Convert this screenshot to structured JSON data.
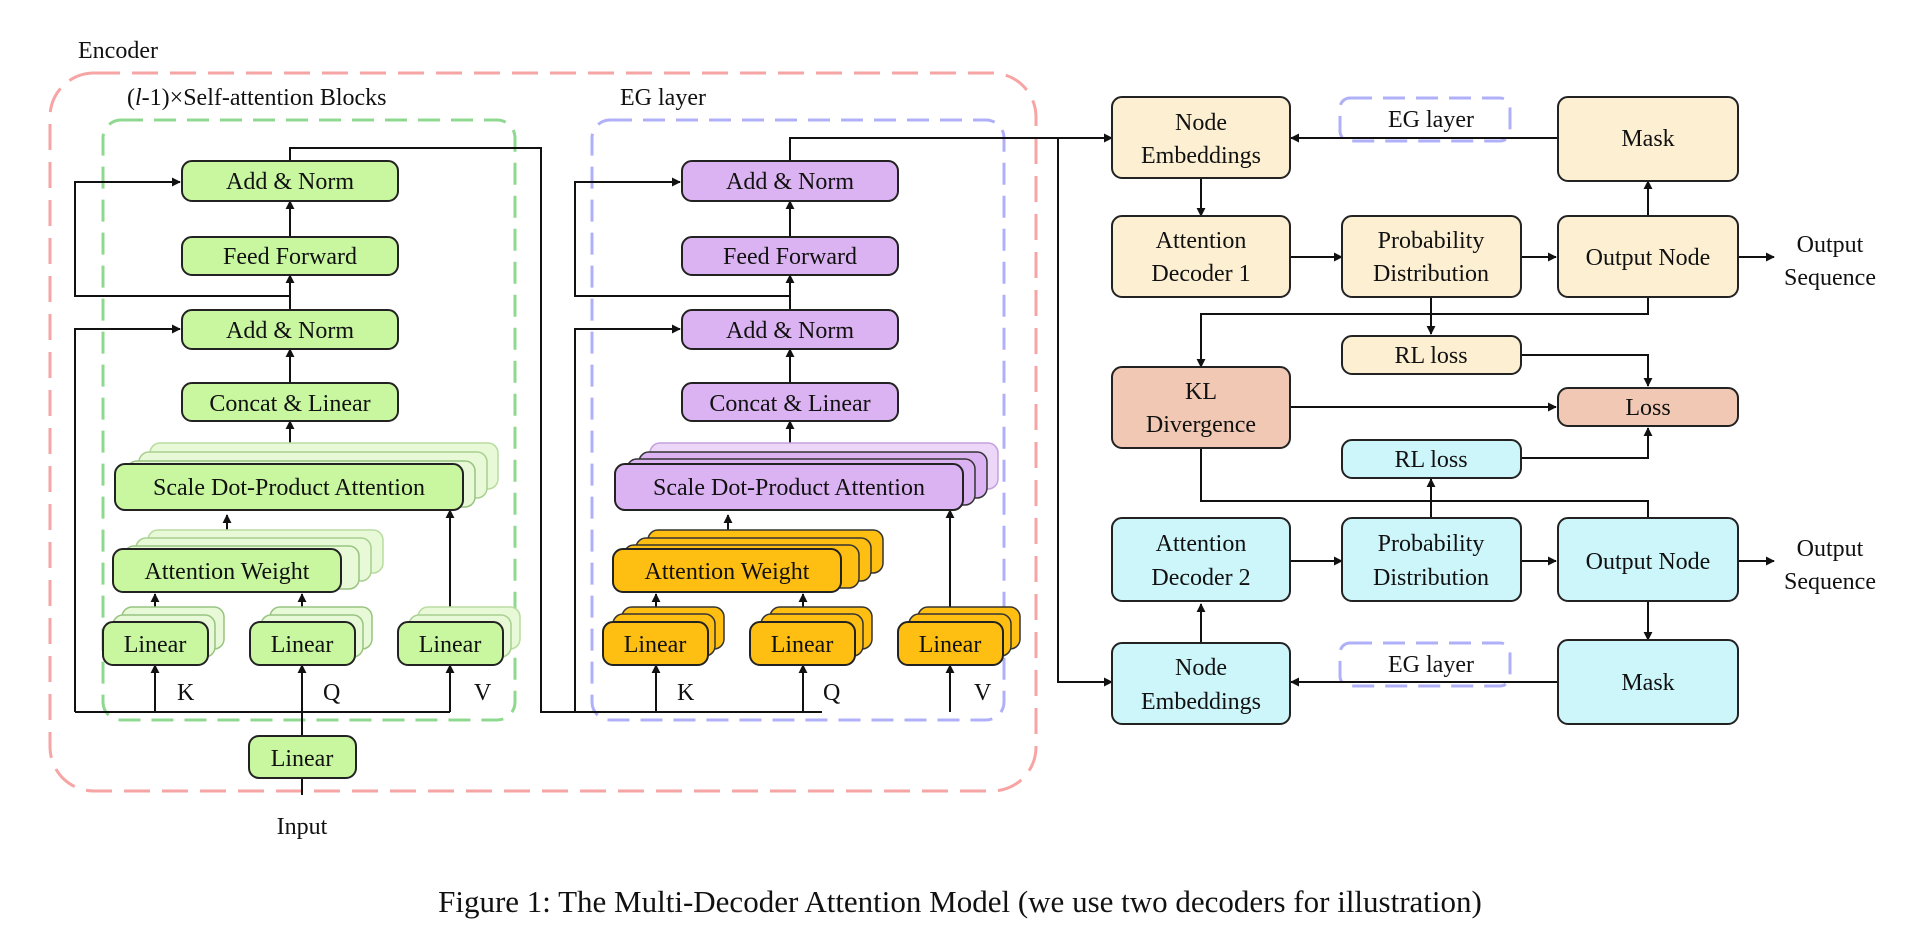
{
  "colors": {
    "green": "#c8f7a0",
    "green_ghost": "#e7f9d6",
    "purple": "#dcb3f2",
    "purple_ghost": "#ecd7f8",
    "orange": "#ffbf12",
    "cream": "#fdf0d2",
    "cyan": "#cdf6fa",
    "salmon": "#f0c8b4",
    "encoder_border": "#f7a4a4",
    "self_attn_border": "#8fd88f",
    "eg_border": "#b0b0f8"
  },
  "encoder": {
    "title": "Encoder",
    "self_attention_blocks": {
      "title_prefix": "(",
      "title_var": "l",
      "title_suffix": "-1)×Self-attention Blocks",
      "add_norm_top": "Add & Norm",
      "feed_forward": "Feed Forward",
      "add_norm_mid": "Add & Norm",
      "concat_linear": "Concat & Linear",
      "scale_dot": "Scale Dot-Product Attention",
      "attention_weight": "Attention Weight",
      "linear_k": "Linear",
      "linear_q": "Linear",
      "linear_v": "Linear",
      "k": "K",
      "q": "Q",
      "v": "V"
    },
    "input_linear": "Linear",
    "input": "Input",
    "eg_layer": {
      "title": "EG layer",
      "add_norm_top": "Add & Norm",
      "feed_forward": "Feed Forward",
      "add_norm_mid": "Add & Norm",
      "concat_linear": "Concat & Linear",
      "scale_dot": "Scale Dot-Product Attention",
      "attention_weight": "Attention Weight",
      "linear_k": "Linear",
      "linear_q": "Linear",
      "linear_v": "Linear",
      "k": "K",
      "q": "Q",
      "v": "V"
    }
  },
  "decoder1": {
    "node_embeddings_1": "Node",
    "node_embeddings_2": "Embeddings",
    "eg_layer": "EG layer",
    "mask": "Mask",
    "attention_decoder_1": "Attention",
    "attention_decoder_2": "Decoder 1",
    "prob_dist_1": "Probability",
    "prob_dist_2": "Distribution",
    "output_node": "Output Node",
    "output_seq_1": "Output",
    "output_seq_2": "Sequence",
    "rl_loss": "RL loss"
  },
  "shared": {
    "kl_1": "KL",
    "kl_2": "Divergence",
    "loss": "Loss"
  },
  "decoder2": {
    "rl_loss": "RL loss",
    "attention_decoder_1": "Attention",
    "attention_decoder_2": "Decoder 2",
    "prob_dist_1": "Probability",
    "prob_dist_2": "Distribution",
    "output_node": "Output Node",
    "output_seq_1": "Output",
    "output_seq_2": "Sequence",
    "node_embeddings_1": "Node",
    "node_embeddings_2": "Embeddings",
    "eg_layer": "EG layer",
    "mask": "Mask"
  },
  "caption": "Figure 1: The Multi-Decoder Attention Model (we use two decoders for illustration)"
}
